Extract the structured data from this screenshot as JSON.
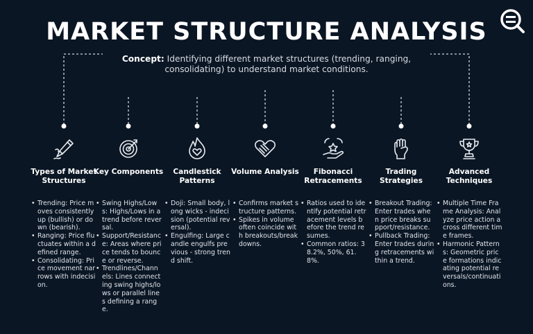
{
  "title": "MARKET STRUCTURE ANALYSIS",
  "logo": {
    "icon": "eq-search-logo-icon"
  },
  "concept": {
    "label": "Concept:",
    "text": " Identifying different market structures (trending, ranging, consolidating) to understand market conditions."
  },
  "colors": {
    "background": "#0b1624",
    "text": "#ffffff",
    "dots": "#e8ecf2"
  },
  "columns": [
    {
      "icon": "pen-writing-icon",
      "heading": "Types of Market Structures",
      "items": [
        "Trending: Price moves consistently up (bullish) or down (bearish).",
        "Ranging: Price fluctuates within a defined range.",
        "Consolidating: Price movement narrows with indecision."
      ]
    },
    {
      "icon": "target-icon",
      "heading": "Key Components",
      "items": [
        "Swing Highs/Lows: Highs/Lows in a trend before reversal.",
        "Support/Resistance: Areas where price tends to bounce or reverse.",
        "Trendlines/Channels: Lines connecting swing highs/lows or parallel lines defining a range."
      ]
    },
    {
      "icon": "flame-heart-icon",
      "heading": "Candlestick Patterns",
      "items": [
        "Doji: Small body, long wicks - indecision (potential reversal).",
        "Engulfing: Large candle engulfs previous - strong trend shift."
      ]
    },
    {
      "icon": "handshake-icon",
      "heading": "Volume Analysis",
      "items": [
        "Confirms market structure patterns.",
        "Spikes in volume often coincide with breakouts/breakdowns."
      ]
    },
    {
      "icon": "hand-star-icon",
      "heading": "Fibonacci Retracements",
      "items": [
        "Ratios used to identify potential retracement levels before the trend resumes.",
        "Common ratios: 38.2%, 50%, 61.8%."
      ]
    },
    {
      "icon": "fist-icon",
      "heading": "Trading Strategies",
      "items": [
        "Breakout Trading: Enter trades when price breaks support/resistance.",
        "Pullback Trading: Enter trades during retracements within a trend."
      ]
    },
    {
      "icon": "trophy-icon",
      "heading": "Advanced Techniques",
      "items": [
        "Multiple Time Frame Analysis: Analyze price action across different time frames.",
        "Harmonic Patterns: Geometric price formations indicating potential reversals/continuations."
      ]
    }
  ]
}
